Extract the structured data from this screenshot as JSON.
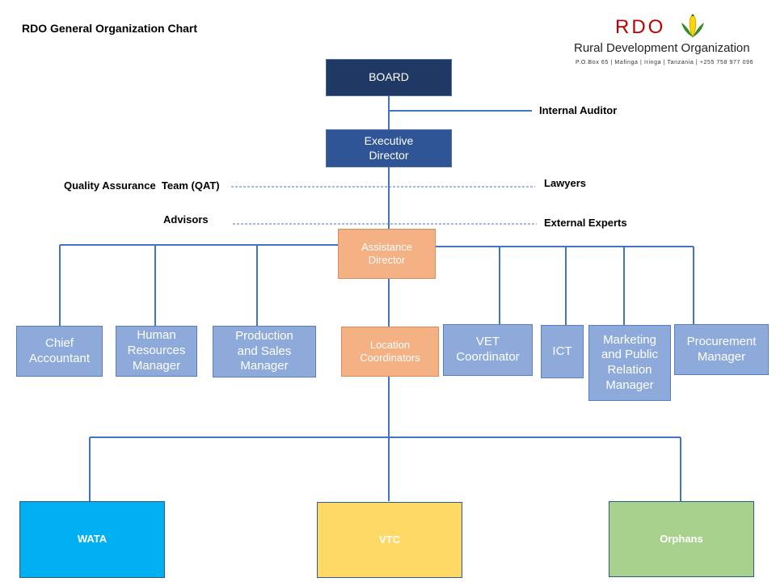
{
  "title": "RDO General Organization Chart",
  "logo": {
    "name": "RDO",
    "full_name": "Rural Development Organization",
    "contact": "P.O.Box 65 | Mafinga | Iringa | Tanzania | +255 758 977 096"
  },
  "nodes": {
    "board": "BOARD",
    "executive_director": "Executive Director",
    "assistance_director": "Assistance Director",
    "location_coordinators": "Location Coordinators"
  },
  "side_roles": {
    "internal_auditor": "Internal Auditor",
    "qat": "Quality Assurance  Team (QAT)",
    "lawyers": "Lawyers",
    "advisors": "Advisors",
    "external_experts": "External Experts"
  },
  "departments": [
    "Chief Accountant",
    "Human Resources Manager",
    "Production and Sales Manager",
    "VET Coordinator",
    "ICT",
    "Marketing and Public Relation Manager",
    "Procurement Manager"
  ],
  "programs": [
    "WATA",
    "VTC",
    "Orphans"
  ],
  "colors": {
    "board": "#1f3864",
    "executive": "#2f5597",
    "department": "#8eaadb",
    "orange": "#f4b183",
    "wata": "#00b0f0",
    "vtc": "#ffd966",
    "orphans": "#a9d18e",
    "connector": "#4472c4"
  }
}
